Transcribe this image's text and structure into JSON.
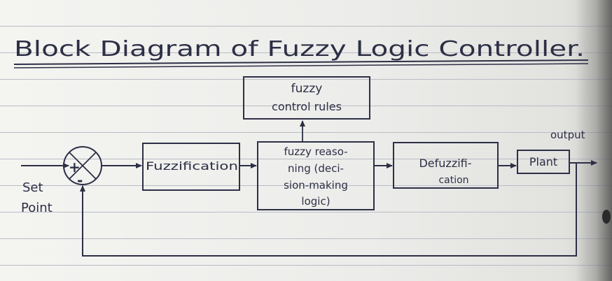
{
  "title": "Block Diagram of Fuzzy Logic Controller.",
  "blocks": {
    "rules_line1": "fuzzy",
    "rules_line2": "control rules",
    "fuzzification": "Fuzzification",
    "reasoning_line1": "fuzzy reaso-",
    "reasoning_line2": "ning (deci-",
    "reasoning_line3": "sion-making",
    "reasoning_line4": "logic)",
    "defuzz_line1": "Defuzzifi-",
    "defuzz_line2": "cation",
    "plant": "Plant"
  },
  "summing_junction": {
    "plus": "+",
    "minus": "-"
  },
  "labels": {
    "set_point_line1": "Set",
    "set_point_line2": "Point",
    "output": "output"
  },
  "colors": {
    "ink": "#2d2f46",
    "paper": "#f1f1ee",
    "rule_lines": "#b9bcc4"
  }
}
